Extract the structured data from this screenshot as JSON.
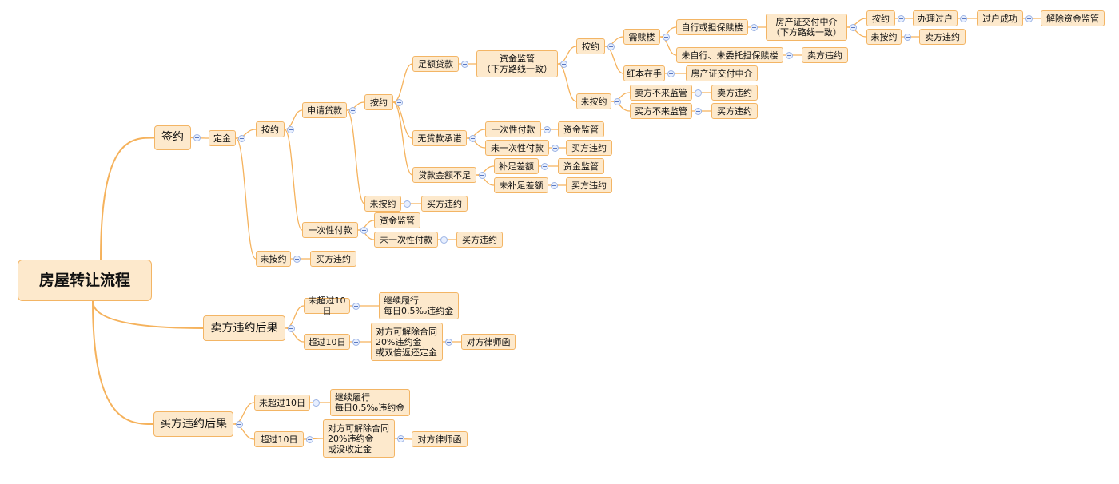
{
  "diagram": {
    "colors": {
      "edge": "#f5b25c",
      "node_fill": "#fde9cc",
      "node_border": "#f3b565",
      "toggle": "#9db4e4"
    },
    "nodes": {
      "root": "房屋转让流程",
      "qianyue": "签约",
      "dingjin": "定金",
      "anyue1": "按约",
      "shenqing": "申请贷款",
      "anyue2": "按约",
      "zuee": "足额贷款",
      "zijin1": "资金监管\n（下方路线一致）",
      "anyue3": "按约",
      "xushulou": "需赎楼",
      "zixing": "自行或担保赎楼",
      "fangchan": "房产证交付中介\n（下方路线一致）",
      "anyue4": "按约",
      "banli": "办理过户",
      "guohu": "过户成功",
      "jiechu": "解除资金监管",
      "weianyue4": "未按约",
      "maifang_wy1": "卖方违约",
      "weizixing": "未自行、未委托担保赎楼",
      "maifang_wy2": "卖方违约",
      "hongben": "红本在手",
      "fangchan2": "房产证交付中介",
      "weianyue3": "未按约",
      "maifang_bulai": "卖方不来监管",
      "maifang_wy3": "卖方违约",
      "maifang_bulai2": "买方不来监管",
      "maifang_wy4": "买方违约",
      "wudaikuan": "无贷款承诺",
      "yici1": "一次性付款",
      "zijin2": "资金监管",
      "weiyici1": "未一次性付款",
      "maifang_wy5": "买方违约",
      "buzu": "贷款金额不足",
      "buzu_cha": "补足差额",
      "zijin3": "资金监管",
      "weibu": "未补足差额",
      "maifang_wy6": "买方违约",
      "weianyue2": "未按约",
      "maifang_wy7": "买方违约",
      "yici2": "一次性付款",
      "zijin4": "资金监管",
      "weiyici2": "未一次性付款",
      "maifang_wy8": "买方违约",
      "weianyue1": "未按约",
      "maifang_wy9": "买方违约",
      "maifang_houguo": "卖方违约后果",
      "s_wei10": "未超过10日",
      "s_jixu": "继续履行\n每日0.5‰违约金",
      "s_chao10": "超过10日",
      "s_duifang": "对方可解除合同\n20%违约金\n或双倍返还定金",
      "s_lvshi": "对方律师函",
      "mai_houguo": "买方违约后果",
      "b_wei10": "未超过10日",
      "b_jixu": "继续履行\n每日0.5‰违约金",
      "b_chao10": "超过10日",
      "b_duifang": "对方可解除合同\n20%违约金\n或没收定金",
      "b_lvshi": "对方律师函"
    }
  }
}
